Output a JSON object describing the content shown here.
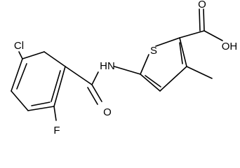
{
  "molecule": {
    "atoms": {
      "cl": "Cl",
      "f": "F",
      "nh": "HN",
      "s": "S",
      "o_amide": "O",
      "o_acid": "O",
      "oh": "OH"
    }
  },
  "colors": {
    "bond": "#000000",
    "text": "#000000",
    "background": "#ffffff"
  }
}
